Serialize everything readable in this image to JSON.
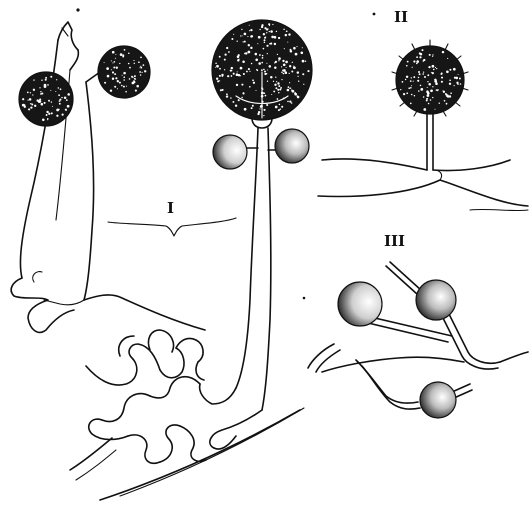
{
  "labels": {
    "fig1": "I",
    "fig2": "II",
    "fig3": "III"
  },
  "colors": {
    "ink": "#111111",
    "paper": "#ffffff"
  }
}
